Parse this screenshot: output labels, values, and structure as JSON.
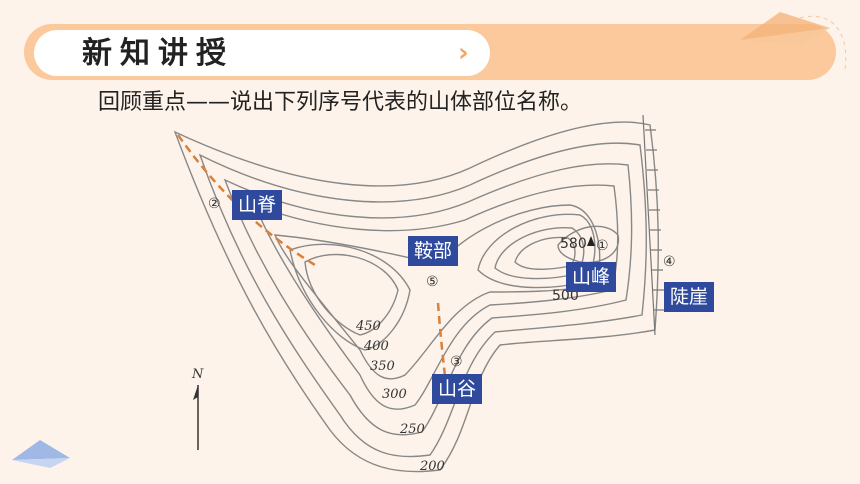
{
  "header": {
    "title": "新知讲授"
  },
  "subtitle": "回顾重点——说出下列序号代表的山体部位名称。",
  "map": {
    "north": "N",
    "contours": [
      "200",
      "250",
      "300",
      "350",
      "400",
      "450",
      "500",
      "580"
    ],
    "markers": [
      "①",
      "②",
      "③",
      "④",
      "⑤"
    ],
    "labels": {
      "ridge": "山脊",
      "saddle": "鞍部",
      "valley": "山谷",
      "peak": "山峰",
      "cliff": "陡崖"
    }
  },
  "colors": {
    "accent": "#fbc99b",
    "label_bg": "#2f4a9c",
    "dash": "#d9803a"
  }
}
